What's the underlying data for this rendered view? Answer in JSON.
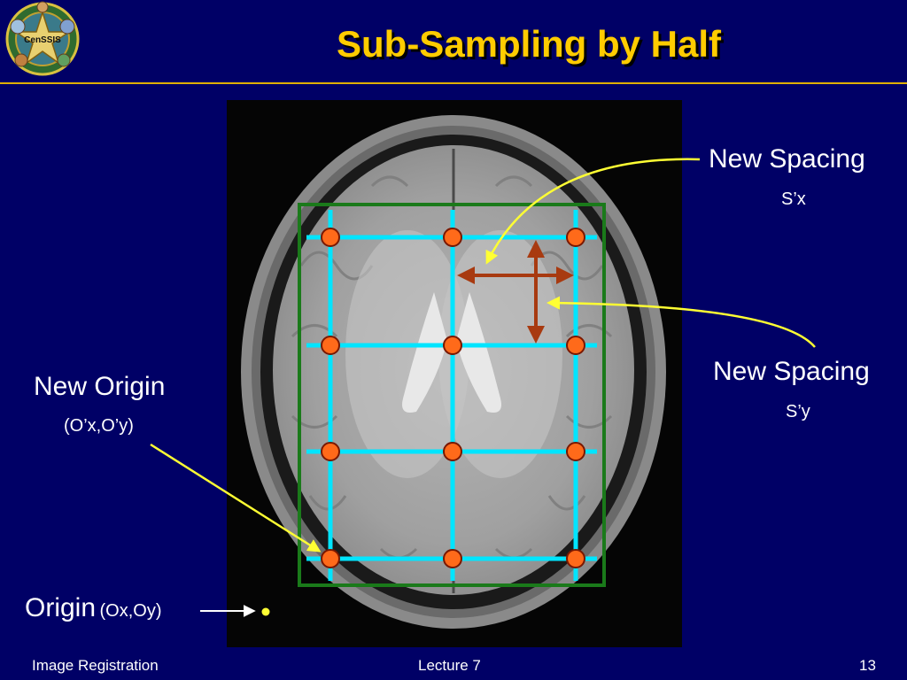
{
  "slide": {
    "title": "Sub-Sampling by Half",
    "logo_text": "CenSSIS",
    "labels": {
      "new_spacing_x": "New Spacing",
      "new_spacing_x_sub": "S’x",
      "new_spacing_y": "New Spacing",
      "new_spacing_y_sub": "S’y",
      "new_origin": "New Origin",
      "new_origin_sub": "(O’x,O’y)",
      "origin": "Origin",
      "origin_sub": "(Ox,Oy)"
    },
    "footer": {
      "left": "Image Registration",
      "center": "Lecture 7",
      "right": "13"
    }
  },
  "colors": {
    "background": "#000066",
    "title": "#ffcc00",
    "grid_lines": "#00e5ff",
    "sample_points": "#ff6a1a",
    "bounding_box": "#1a7a1a",
    "spacing_arrows": "#a83a10",
    "pointer_arrows": "#ffff33"
  }
}
